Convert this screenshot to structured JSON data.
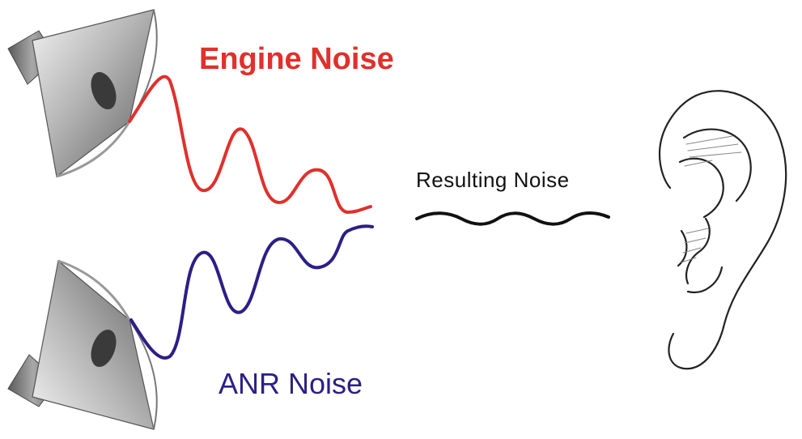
{
  "labels": {
    "engine_noise": "Engine Noise",
    "anr_noise": "ANR Noise",
    "resulting_noise": "Resulting Noise"
  },
  "colors": {
    "engine": "#e0302c",
    "anr": "#2b1f86",
    "resulting": "#111111",
    "speaker_dark": "#6f6f6f",
    "speaker_light": "#e6e6e6"
  },
  "icons": {
    "top_speaker": "speaker-icon",
    "bottom_speaker": "speaker-icon",
    "ear": "ear-icon"
  }
}
